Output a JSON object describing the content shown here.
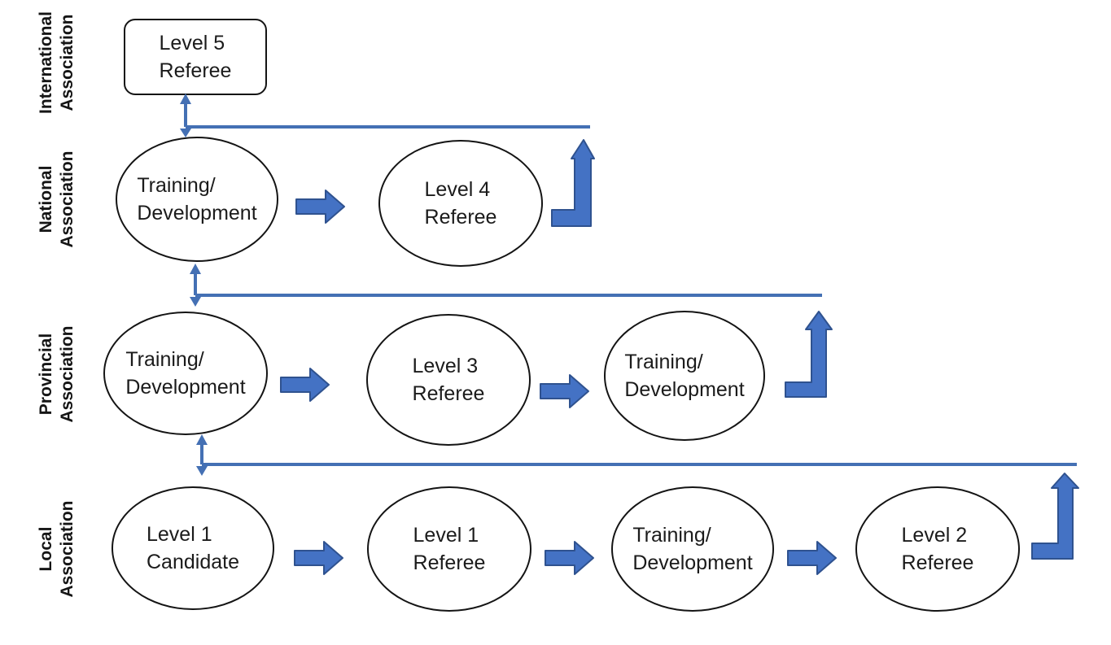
{
  "diagram": {
    "description": "Referee certification progression flowchart",
    "colors": {
      "block_arrow_fill": "#4472C4",
      "block_arrow_stroke": "#2F528F",
      "connector_blue": "#4470B4",
      "shape_stroke": "#141414",
      "text_color": "#1b1b1b",
      "background": "#ffffff"
    },
    "rows": [
      {
        "id": "international",
        "label_lines": [
          "International",
          "Association"
        ],
        "nodes": [
          {
            "shape": "rounded-rect",
            "lines": [
              "Level 5",
              "Referee"
            ]
          }
        ]
      },
      {
        "id": "national",
        "label_lines": [
          "National",
          "Association"
        ],
        "nodes": [
          {
            "shape": "ellipse",
            "lines": [
              "Training/",
              "Development"
            ]
          },
          {
            "shape": "ellipse",
            "lines": [
              "Level 4",
              "Referee"
            ]
          }
        ]
      },
      {
        "id": "provincial",
        "label_lines": [
          "Provincial",
          "Association"
        ],
        "nodes": [
          {
            "shape": "ellipse",
            "lines": [
              "Training/",
              "Development"
            ]
          },
          {
            "shape": "ellipse",
            "lines": [
              "Level 3",
              "Referee"
            ]
          },
          {
            "shape": "ellipse",
            "lines": [
              "Training/",
              "Development"
            ]
          }
        ]
      },
      {
        "id": "local",
        "label_lines": [
          "Local",
          "Association"
        ],
        "nodes": [
          {
            "shape": "ellipse",
            "lines": [
              "Level 1",
              "Candidate"
            ]
          },
          {
            "shape": "ellipse",
            "lines": [
              "Level 1",
              "Referee"
            ]
          },
          {
            "shape": "ellipse",
            "lines": [
              "Training/",
              "Development"
            ]
          },
          {
            "shape": "ellipse",
            "lines": [
              "Level 2",
              "Referee"
            ]
          }
        ]
      }
    ]
  }
}
